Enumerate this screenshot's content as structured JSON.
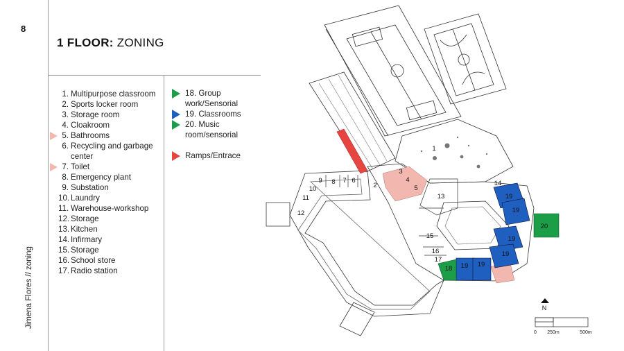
{
  "page_number": "8",
  "side_caption": "Jimena Flores // zoning",
  "title": {
    "bold": "1 FLOOR:",
    "rest": " ZONING"
  },
  "legend_rooms": [
    {
      "num": "1.",
      "label": "Multipurpose classroom",
      "marker": ""
    },
    {
      "num": "2.",
      "label": "Sports locker room",
      "marker": ""
    },
    {
      "num": "3.",
      "label": "Storage room",
      "marker": ""
    },
    {
      "num": "4.",
      "label": "Cloakroom",
      "marker": ""
    },
    {
      "num": "5.",
      "label": "Bathrooms",
      "marker": "#f2b7ae"
    },
    {
      "num": "6.",
      "label": "Recycling and garbage center",
      "marker": ""
    },
    {
      "num": "7.",
      "label": "Toilet",
      "marker": "#f2b7ae"
    },
    {
      "num": "8.",
      "label": "Emergency plant",
      "marker": ""
    },
    {
      "num": "9.",
      "label": "Substation",
      "marker": ""
    },
    {
      "num": "10.",
      "label": "Laundry",
      "marker": ""
    },
    {
      "num": "11.",
      "label": "Warehouse-workshop",
      "marker": ""
    },
    {
      "num": "12.",
      "label": "Storage",
      "marker": ""
    },
    {
      "num": "13.",
      "label": "Kitchen",
      "marker": ""
    },
    {
      "num": "14.",
      "label": "Infirmary",
      "marker": ""
    },
    {
      "num": "15.",
      "label": "Storage",
      "marker": ""
    },
    {
      "num": "16.",
      "label": "School store",
      "marker": ""
    },
    {
      "num": "17.",
      "label": "Radio station",
      "marker": ""
    }
  ],
  "legend_zones": [
    {
      "label": "18. Group work/Sensorial",
      "color": "#1c9e48"
    },
    {
      "label": "19. Classrooms",
      "color": "#1f5fbf"
    },
    {
      "label": "20. Music room/sensorial",
      "color": "#1c9e48"
    },
    {
      "label": "Ramps/Entrace",
      "color": "#e64540"
    }
  ],
  "plan_labels": [
    "1",
    "2",
    "3",
    "4",
    "5",
    "6",
    "7",
    "8",
    "9",
    "10",
    "11",
    "12",
    "13",
    "14",
    "15",
    "16",
    "17",
    "18",
    "19",
    "19",
    "19",
    "19",
    "19",
    "19",
    "20"
  ],
  "north_label": "N",
  "scale": {
    "ticks": [
      "0",
      "250m",
      "500m"
    ]
  },
  "colors": {
    "classroom": "#1f5fbf",
    "green_zone": "#1c9e48",
    "ramp": "#e64540",
    "bathroom": "#f2b7ae"
  }
}
